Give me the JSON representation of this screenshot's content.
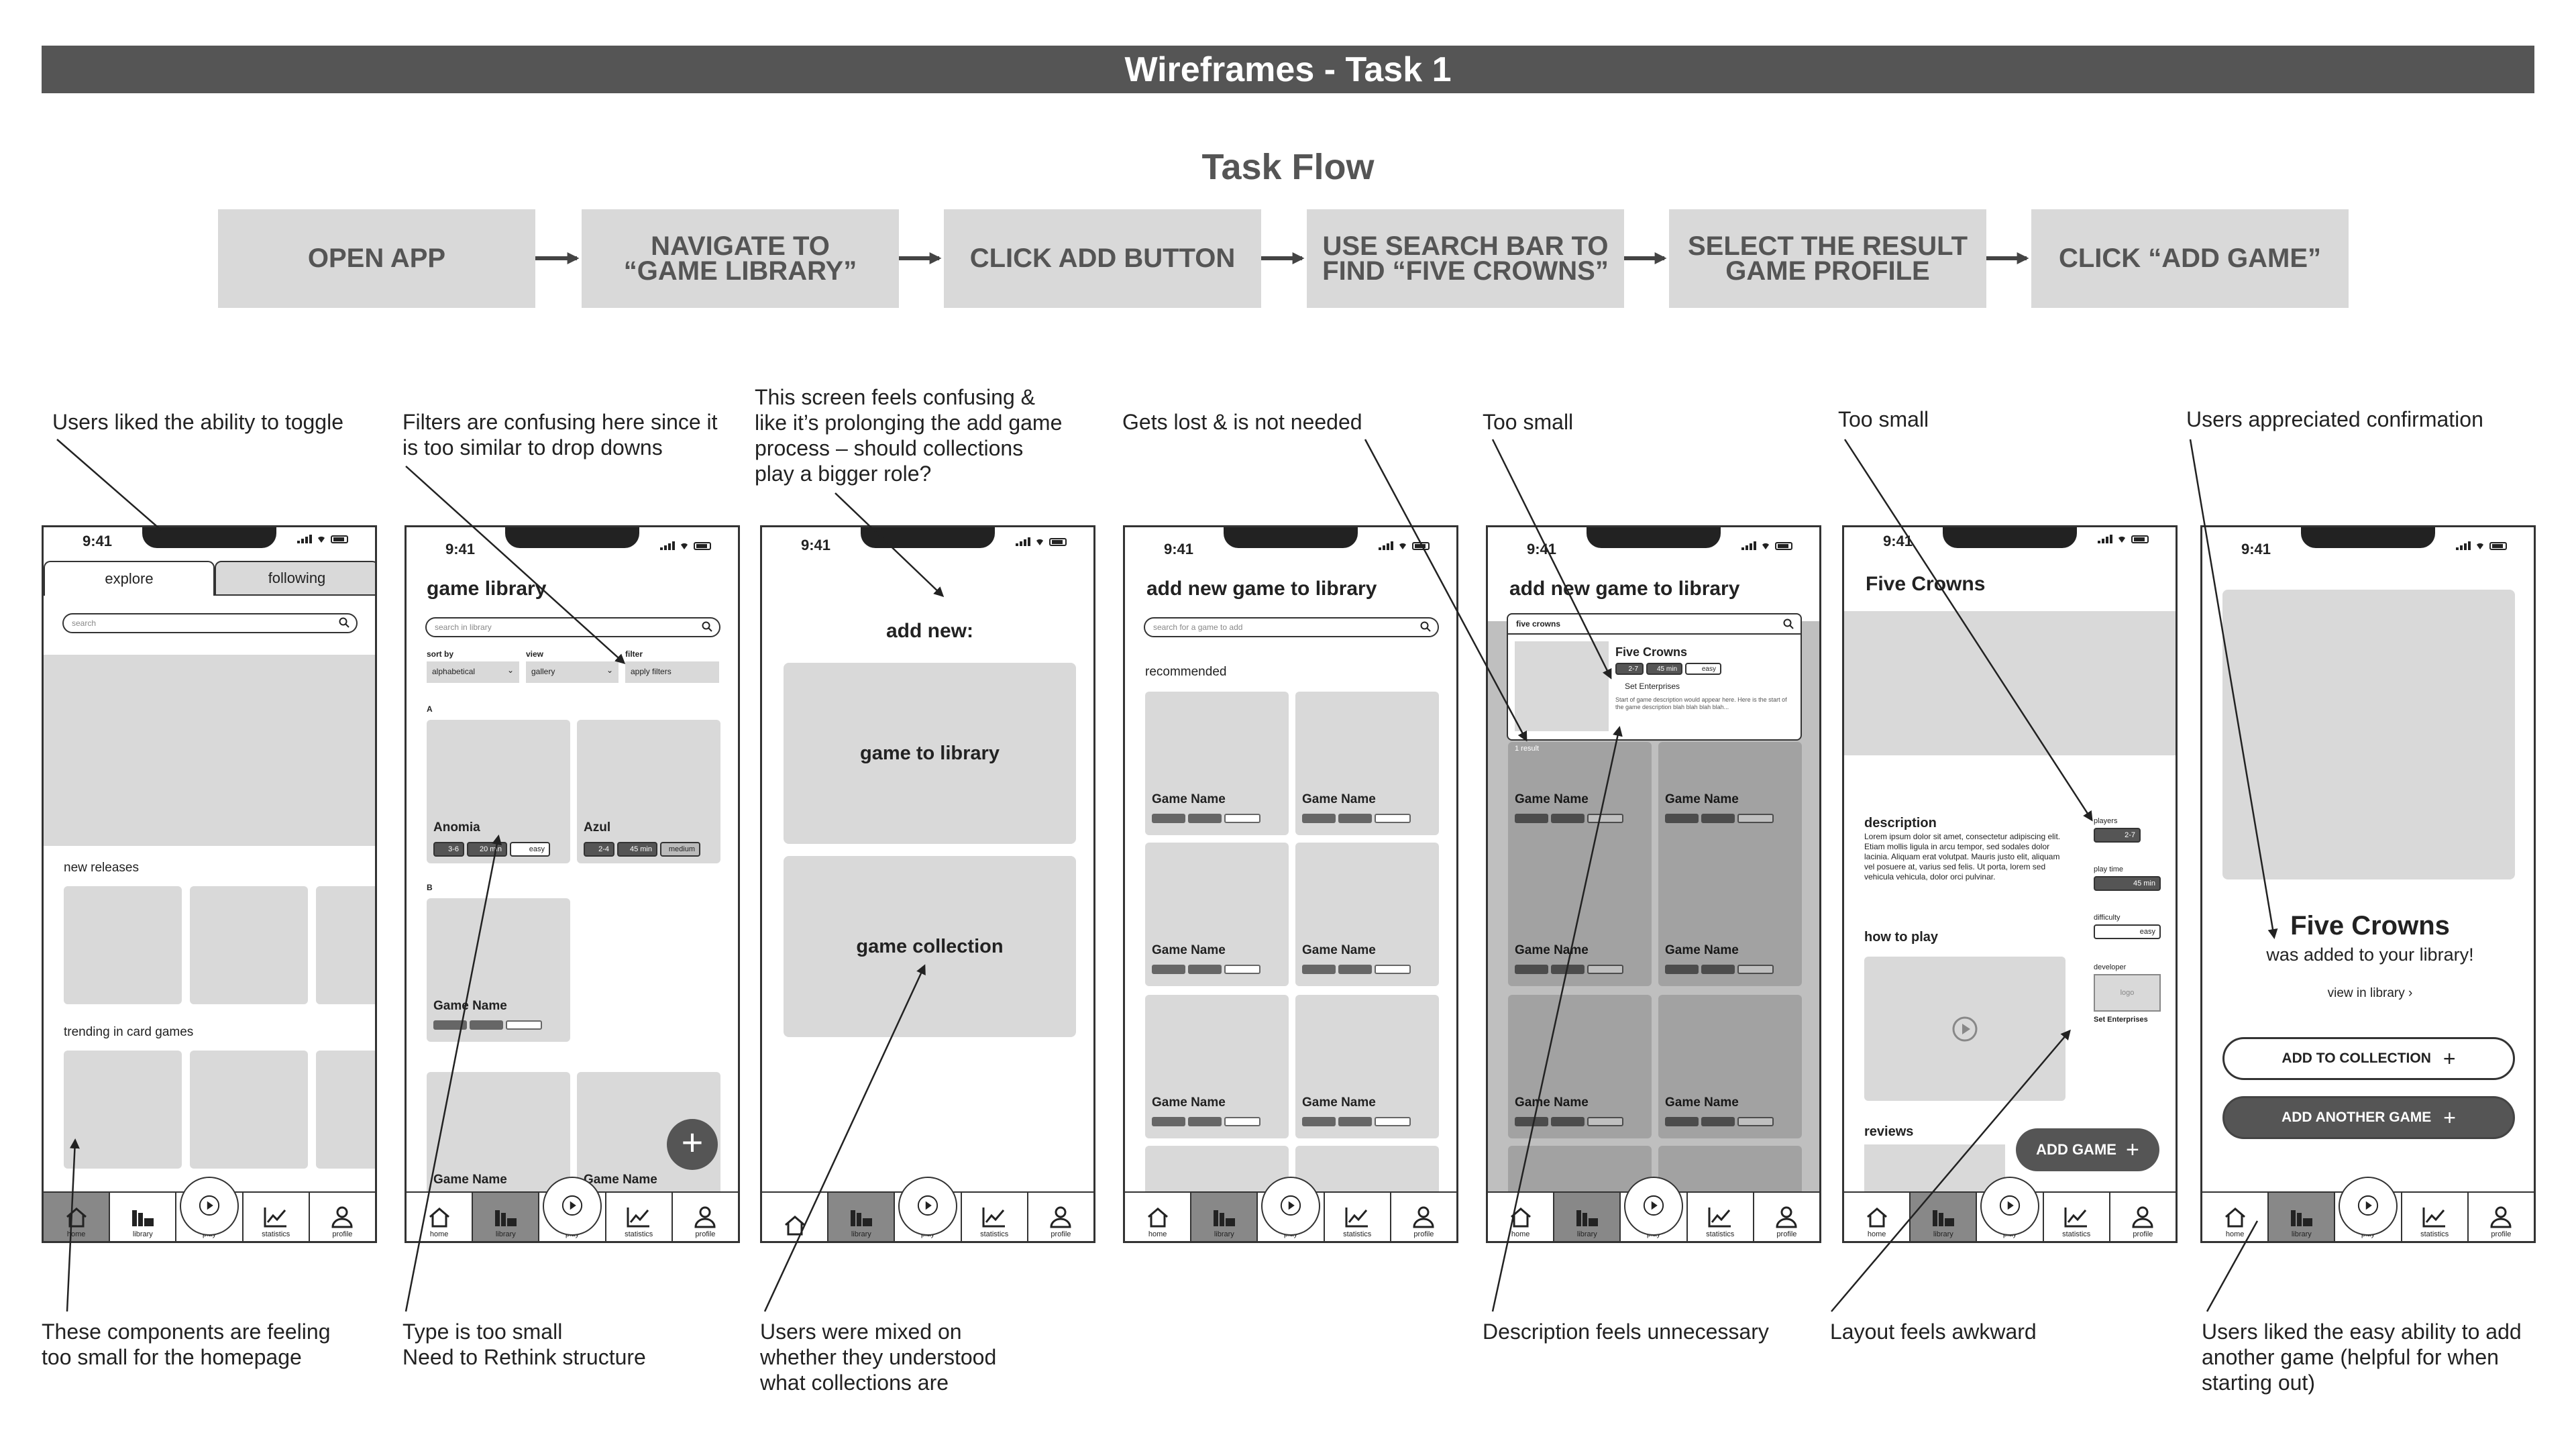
{
  "header": {
    "title": "Wireframes - Task 1"
  },
  "task_flow": {
    "title": "Task Flow",
    "steps": [
      "OPEN APP",
      "NAVIGATE TO\n“GAME LIBRARY”",
      "CLICK ADD BUTTON",
      "USE SEARCH BAR TO\nFIND “FIVE CROWNS”",
      "SELECT THE RESULT\nGAME PROFILE",
      "CLICK “ADD GAME”"
    ]
  },
  "top_notes": [
    "Users liked the ability to toggle",
    "Filters are confusing here since it\nis too similar to drop downs",
    "This screen feels confusing &\nlike it’s prolonging the add game\nprocess – should collections\nplay a bigger role?",
    "Gets lost & is not needed",
    "Too small",
    "Too small",
    "Users appreciated confirmation"
  ],
  "bottom_notes": [
    "These components are feeling\ntoo small for the homepage",
    "Type is too small\nNeed to Rethink structure",
    "Users were mixed on\nwhether they understood\nwhat collections are",
    "Description feels unnecessary",
    "Layout feels awkward",
    "Users liked the easy ability to add\nanother game (helpful for when\nstarting out)"
  ],
  "status_time": "9:41",
  "nav": {
    "home": "home",
    "library": "library",
    "play": "play",
    "statistics": "statistics",
    "profile": "profile"
  },
  "screen1": {
    "tab_explore": "explore",
    "tab_following": "following",
    "search_placeholder": "search",
    "new_releases": "new releases",
    "trending": "trending in card games"
  },
  "screen2": {
    "title": "game library",
    "search_placeholder": "search in library",
    "sort_label": "sort by",
    "view_label": "view",
    "filter_label": "filter",
    "sort_value": "alphabetical",
    "view_value": "gallery",
    "filter_value": "apply filters",
    "letter_a": "A",
    "letter_b": "B",
    "games": [
      "Anomia",
      "Azul",
      "Game Name",
      "Game Name",
      "Game Name"
    ],
    "anomia_chips": [
      "3-6",
      "20 min",
      "easy"
    ],
    "azul_chips": [
      "2-4",
      "45 min",
      "medium"
    ],
    "fab": "+"
  },
  "screen3": {
    "title": "add new:",
    "option1": "game to library",
    "option2": "game collection"
  },
  "screen4": {
    "title": "add new game to library",
    "search_placeholder": "search for a game to add",
    "recommended": "recommended",
    "game_name": "Game Name"
  },
  "screen5": {
    "title": "add new game to library",
    "search_value": "five crowns",
    "result_title": "Five Crowns",
    "result_chips": [
      "2-7",
      "45 min",
      "easy"
    ],
    "publisher": "Set Enterprises",
    "description": "Start of game description would appear here. Here is the start of the game description blah blah blah blah...",
    "result_count": "1 result",
    "game_name": "Game Name"
  },
  "screen6": {
    "title": "Five Crowns",
    "description_label": "description",
    "description_text": "Lorem ipsum dolor sit amet, consectetur adipiscing elit. Etiam mollis ligula in arcu tempor, sed sodales dolor lacinia. Aliquam erat volutpat. Mauris justo elit, aliquam vel posuere at, varius sed felis. Ut porta, lorem sed vehicula vehicula, dolor orci pulvinar.",
    "players_label": "players",
    "players_value": "2-7",
    "play_time_label": "play time",
    "play_time_value": "45 min",
    "difficulty_label": "difficulty",
    "difficulty_value": "easy",
    "how_to_play": "how to play",
    "developer_label": "developer",
    "logo": "logo",
    "developer_name": "Set Enterprises",
    "reviews": "reviews",
    "add_game": "ADD GAME",
    "plus": "+"
  },
  "screen7": {
    "title": "Five Crowns",
    "subtitle": "was added to your library!",
    "link": "view in library",
    "btn1": "ADD TO COLLECTION",
    "btn2": "ADD ANOTHER GAME",
    "plus": "+"
  }
}
